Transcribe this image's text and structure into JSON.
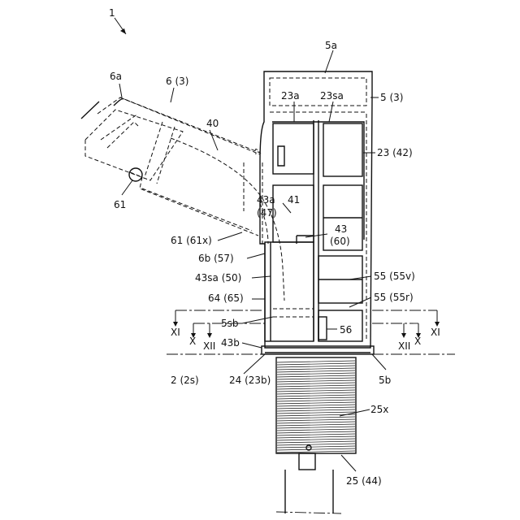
{
  "figure_labels": {
    "ref_1": "1",
    "ref_5a": "5a",
    "ref_5_3": "5 (3)",
    "ref_6a": "6a",
    "ref_6_3": "6 (3)",
    "ref_23a": "23a",
    "ref_23sa": "23sa",
    "ref_40": "40",
    "ref_23_42": "23 (42)",
    "ref_61": "61",
    "ref_43a": "43a",
    "ref_41": "41",
    "ref_47": "(47)",
    "ref_43": "43",
    "ref_60": "(60)",
    "ref_61_61x": "61 (61x)",
    "ref_6b_57": "6b (57)",
    "ref_43sa_50": "43sa (50)",
    "ref_55_55v": "55 (55v)",
    "ref_64_65": "64 (65)",
    "ref_55_55r": "55 (55r)",
    "ref_xi_left": "XI",
    "ref_xii_left_a": "X",
    "ref_xii_left_b": "XII",
    "ref_5sb": "5sb",
    "ref_56": "56",
    "ref_43b": "43b",
    "ref_xi_right": "XI",
    "ref_xii_right_a": "X",
    "ref_xii_right_b": "XII",
    "ref_2_2s": "2 (2s)",
    "ref_24_23b": "24 (23b)",
    "ref_5b": "5b",
    "ref_25x": "25x",
    "ref_25_44": "25 (44)"
  }
}
